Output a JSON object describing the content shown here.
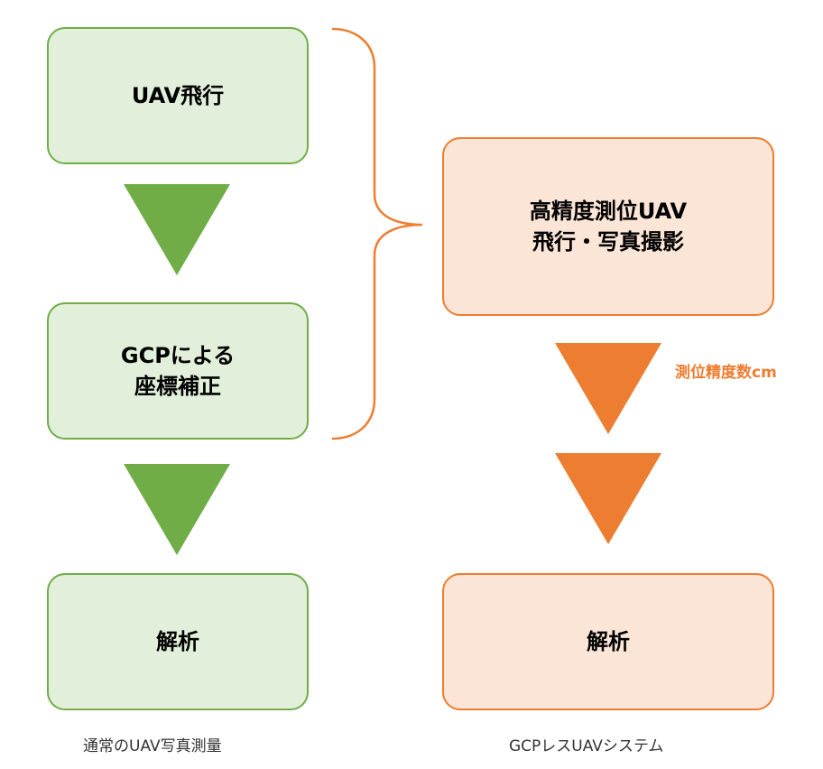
{
  "colors": {
    "green_fill": "#e2efda",
    "green_border": "#70ad47",
    "orange_fill": "#fbe5d6",
    "orange_border": "#ed7d31"
  },
  "left_flow": {
    "step1": "UAV飛行",
    "step2": [
      "GCPによる",
      "座標補正"
    ],
    "step3": "解析",
    "caption": "通常のUAV写真測量"
  },
  "right_flow": {
    "step1": [
      "高精度測位UAV",
      "飛行・写真撮影"
    ],
    "accuracy_note": "測位精度数cm",
    "step2": "解析",
    "caption": "GCPレスUAVシステム"
  }
}
